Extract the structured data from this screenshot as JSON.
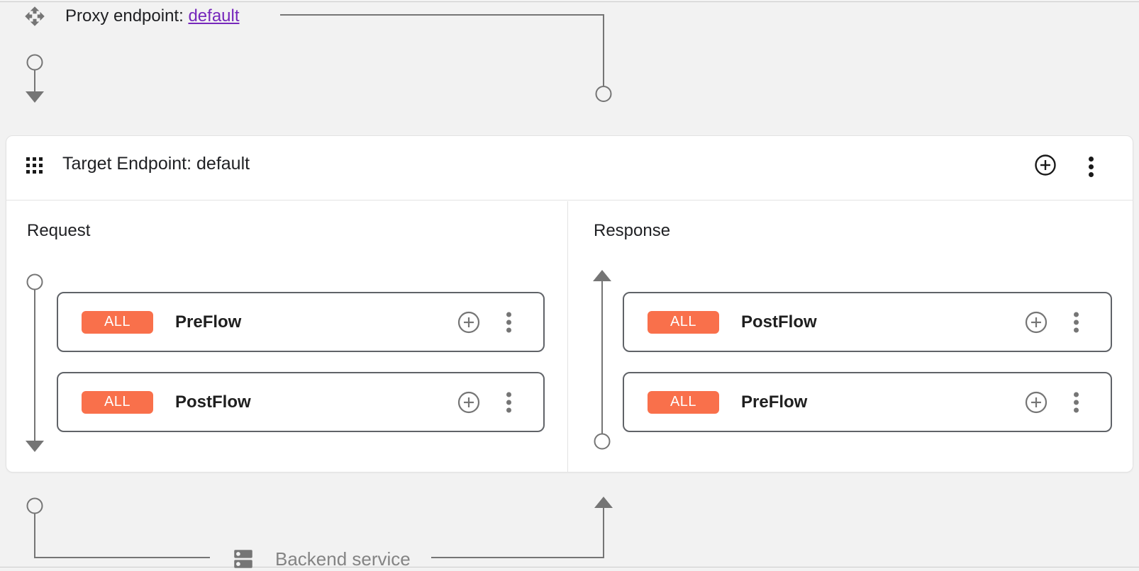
{
  "proxy": {
    "label": "Proxy endpoint:",
    "endpoint_link": "default"
  },
  "target": {
    "title": "Target Endpoint: default"
  },
  "request": {
    "title": "Request",
    "flows": [
      {
        "condition": "ALL",
        "name": "PreFlow"
      },
      {
        "condition": "ALL",
        "name": "PostFlow"
      }
    ]
  },
  "response": {
    "title": "Response",
    "flows": [
      {
        "condition": "ALL",
        "name": "PostFlow"
      },
      {
        "condition": "ALL",
        "name": "PreFlow"
      }
    ]
  },
  "backend": {
    "label": "Backend service"
  },
  "colors": {
    "condition_badge": "#F9704B",
    "endpoint_link": "#7627BB",
    "connector": "#757575",
    "flow_border": "#606368",
    "background": "#F2F2F2"
  }
}
